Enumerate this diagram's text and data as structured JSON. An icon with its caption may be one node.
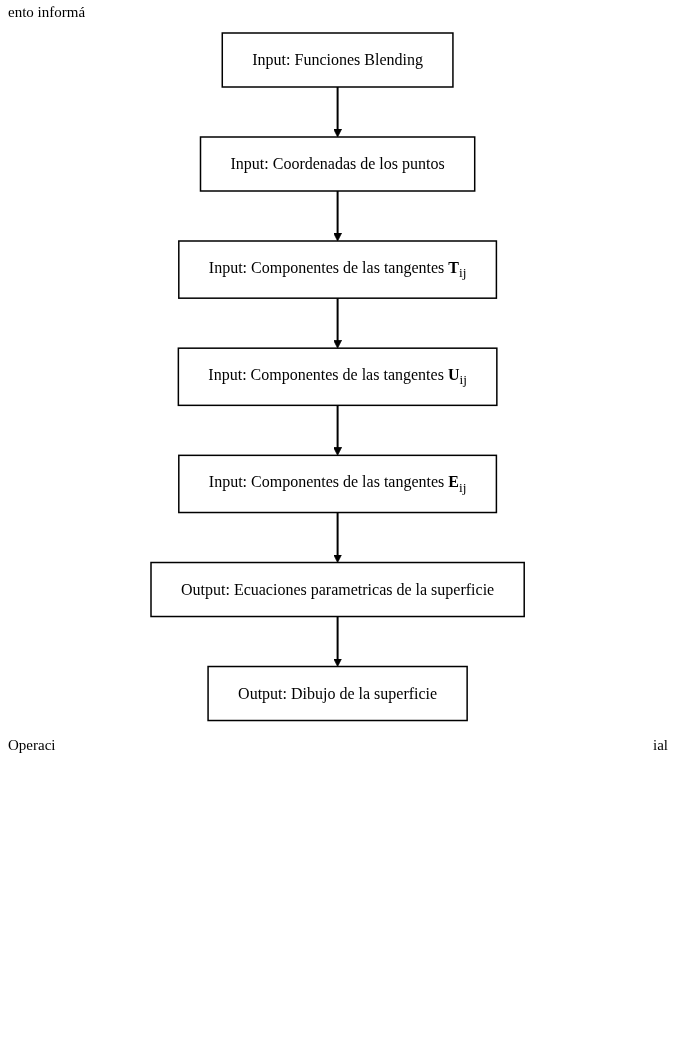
{
  "diagram": {
    "nodes": [
      {
        "text": [
          "Input: Funciones Blending"
        ]
      },
      {
        "text": [
          "Input: Coordenadas de los puntos"
        ]
      },
      {
        "text": [
          "Input: Componentes de las tangentes **T**$_{ij}$"
        ]
      },
      {
        "text": [
          "Input: Componentes de las tangentes **U**$_{ij}$"
        ]
      },
      {
        "text": [
          "Input: Componentes de las tangentes **E**$_{ij}$"
        ]
      },
      {
        "text": [
          "Output: Ecuaciones parametricas de la superficie"
        ]
      },
      {
        "text": [
          "Output: Dibujo de la superficie"
        ]
      }
    ],
    "edges": [
      {
        "from": 0,
        "to": 1,
        "arrow": "to"
      },
      {
        "from": 1,
        "to": 2,
        "arrow": "to"
      },
      {
        "from": 2,
        "to": 3,
        "arrow": "to"
      },
      {
        "from": 3,
        "to": 4,
        "arrow": "to"
      },
      {
        "from": 4,
        "to": 5,
        "arrow": "to"
      },
      {
        "from": 5,
        "to": 6,
        "arrow": "to"
      }
    ],
    "labels": [
      "ento informá",
      "Operaci",
      "ial"
    ]
  }
}
